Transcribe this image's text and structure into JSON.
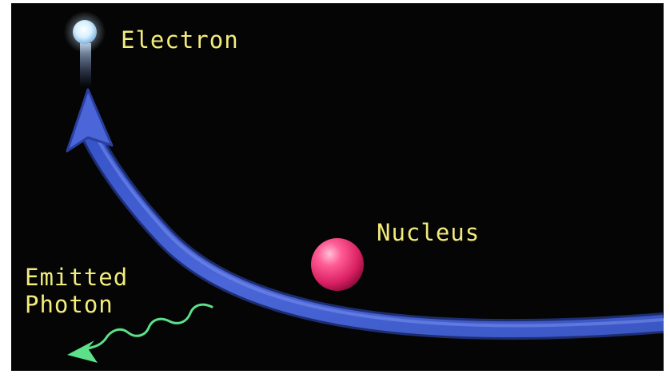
{
  "labels": {
    "electron": "Electron",
    "nucleus": "Nucleus",
    "photon_line1": "Emitted",
    "photon_line2": "Photon"
  },
  "colors": {
    "background": "#050505",
    "label_text": "#f2ec7c",
    "electron": "#d6f0ff",
    "nucleus": "#e8306f",
    "orbit_path": "#3f5ac8",
    "photon_wave": "#5ce08a"
  },
  "icons": {
    "electron": "glowing-sphere",
    "nucleus": "sphere",
    "orbit": "curved-arrow",
    "photon": "wavy-arrow"
  }
}
